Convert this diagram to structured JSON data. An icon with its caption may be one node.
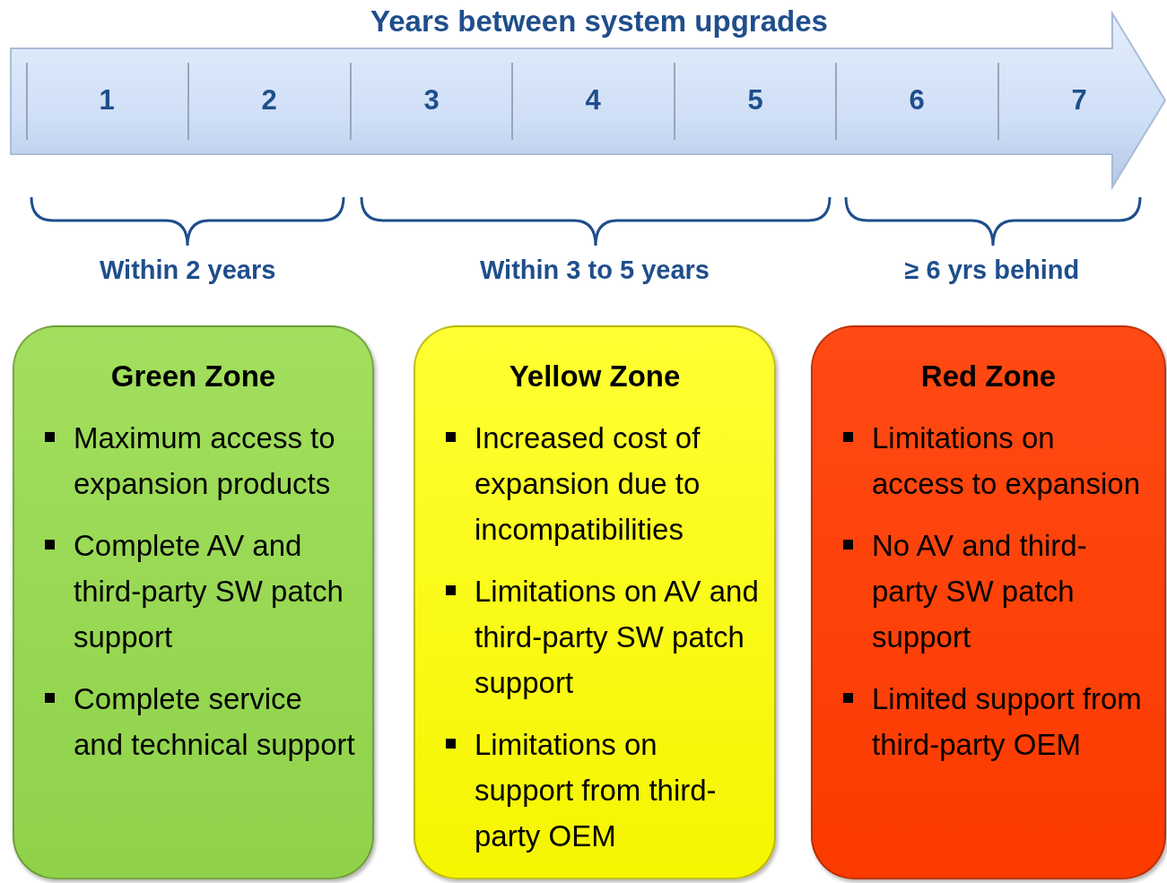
{
  "diagram": {
    "title": "Years between system upgrades",
    "nodes": [
      {
        "text": [
          "Green Zone",
          "Maximum access to expansion products",
          "Complete AV and third-party SW patch support",
          "Complete service and technical support"
        ]
      },
      {
        "text": [
          "Yellow Zone",
          "Increased cost of expansion due to incompatibilities",
          "Limitations on AV and third-party SW patch support",
          "Limitations on support from third-party OEM"
        ]
      },
      {
        "text": [
          "Red Zone",
          "Limitations on access to expansion",
          "No AV and third-party SW patch support",
          "Limited support from third-party OEM"
        ]
      }
    ],
    "labels": [
      "1",
      "2",
      "3",
      "4",
      "5",
      "6",
      "7",
      "Within 2 years",
      "Within 3 to 5 years",
      "≥ 6 yrs behind"
    ]
  }
}
